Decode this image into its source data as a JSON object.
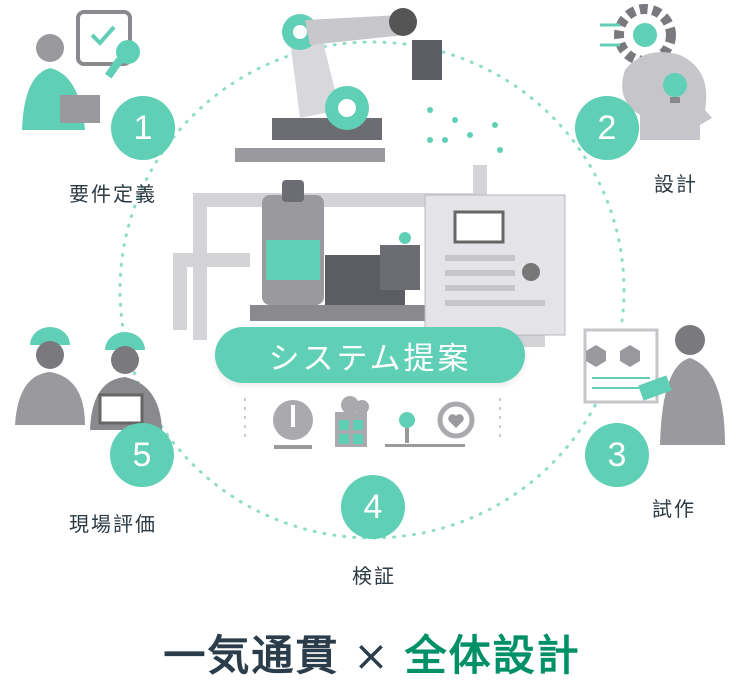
{
  "colors": {
    "accent": "#5fcfb5",
    "dark": "#2b3d4a",
    "green": "#009068",
    "gray": "#9a9a9e"
  },
  "center": {
    "label": "システム提案"
  },
  "steps": [
    {
      "number": "1",
      "label": "要件定義"
    },
    {
      "number": "2",
      "label": "設計"
    },
    {
      "number": "3",
      "label": "試作"
    },
    {
      "number": "4",
      "label": "検証"
    },
    {
      "number": "5",
      "label": "現場評価"
    }
  ],
  "tagline": {
    "part1": "一気通貫",
    "separator": "×",
    "part2": "全体設計"
  }
}
